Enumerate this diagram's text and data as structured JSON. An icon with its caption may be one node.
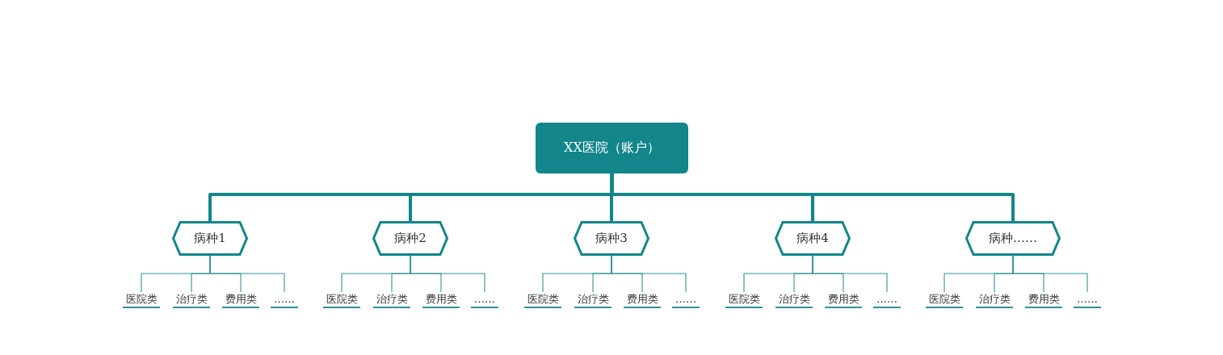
{
  "diagram": {
    "nodes": [
      {
        "text": [
          "XX医院（账户）"
        ]
      },
      {
        "text": [
          "病种1"
        ]
      },
      {
        "text": [
          "病种2"
        ]
      },
      {
        "text": [
          "病种3"
        ]
      },
      {
        "text": [
          "病种4"
        ]
      },
      {
        "text": [
          "病种……"
        ]
      },
      {
        "text": [
          "医院类"
        ]
      },
      {
        "text": [
          "治疗类"
        ]
      },
      {
        "text": [
          "费用类"
        ]
      },
      {
        "text": [
          "……"
        ]
      },
      {
        "text": [
          "医院类"
        ]
      },
      {
        "text": [
          "治疗类"
        ]
      },
      {
        "text": [
          "费用类"
        ]
      },
      {
        "text": [
          "……"
        ]
      },
      {
        "text": [
          "医院类"
        ]
      },
      {
        "text": [
          "治疗类"
        ]
      },
      {
        "text": [
          "费用类"
        ]
      },
      {
        "text": [
          "……"
        ]
      },
      {
        "text": [
          "医院类"
        ]
      },
      {
        "text": [
          "治疗类"
        ]
      },
      {
        "text": [
          "费用类"
        ]
      },
      {
        "text": [
          "……"
        ]
      },
      {
        "text": [
          "医院类"
        ]
      },
      {
        "text": [
          "治疗类"
        ]
      },
      {
        "text": [
          "费用类"
        ]
      },
      {
        "text": [
          "……"
        ]
      }
    ],
    "edges": [
      {
        "from": 0,
        "to": 1,
        "arrow": "none",
        "style": "thick"
      },
      {
        "from": 0,
        "to": 2,
        "arrow": "none",
        "style": "thick"
      },
      {
        "from": 0,
        "to": 3,
        "arrow": "none",
        "style": "thick"
      },
      {
        "from": 0,
        "to": 4,
        "arrow": "none",
        "style": "thick"
      },
      {
        "from": 0,
        "to": 5,
        "arrow": "none",
        "style": "thick"
      },
      {
        "from": 1,
        "to": 6,
        "arrow": "none"
      },
      {
        "from": 1,
        "to": 7,
        "arrow": "none"
      },
      {
        "from": 1,
        "to": 8,
        "arrow": "none"
      },
      {
        "from": 1,
        "to": 9,
        "arrow": "none"
      },
      {
        "from": 2,
        "to": 10,
        "arrow": "none"
      },
      {
        "from": 2,
        "to": 11,
        "arrow": "none"
      },
      {
        "from": 2,
        "to": 12,
        "arrow": "none"
      },
      {
        "from": 2,
        "to": 13,
        "arrow": "none"
      },
      {
        "from": 3,
        "to": 14,
        "arrow": "none"
      },
      {
        "from": 3,
        "to": 15,
        "arrow": "none"
      },
      {
        "from": 3,
        "to": 16,
        "arrow": "none"
      },
      {
        "from": 3,
        "to": 17,
        "arrow": "none"
      },
      {
        "from": 4,
        "to": 18,
        "arrow": "none"
      },
      {
        "from": 4,
        "to": 19,
        "arrow": "none"
      },
      {
        "from": 4,
        "to": 20,
        "arrow": "none"
      },
      {
        "from": 4,
        "to": 21,
        "arrow": "none"
      },
      {
        "from": 5,
        "to": 22,
        "arrow": "none"
      },
      {
        "from": 5,
        "to": 23,
        "arrow": "none"
      },
      {
        "from": 5,
        "to": 24,
        "arrow": "none"
      },
      {
        "from": 5,
        "to": 25,
        "arrow": "none"
      }
    ]
  }
}
